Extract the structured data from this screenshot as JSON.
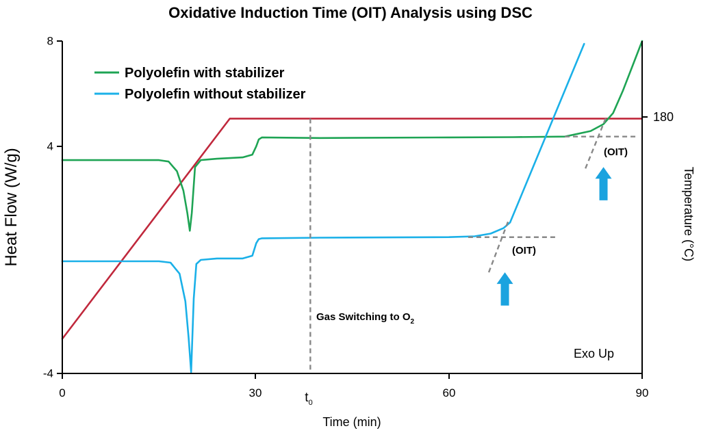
{
  "chart_data": {
    "type": "line",
    "title": "Oxidative Induction Time (OIT) Analysis using DSC",
    "xlabel": "Time (min)",
    "ylabel": "Heat Flow (W/g)",
    "y2label": "Temperature (°C)",
    "xlim": [
      0,
      90
    ],
    "ylim": [
      -4,
      8
    ],
    "xticks": [
      "0",
      "30",
      "60",
      "90"
    ],
    "yticks": [
      "-4",
      "4",
      "8"
    ],
    "y2ticks": [
      "180"
    ],
    "t0_label": "t",
    "t0_subscript": "0",
    "legend_position": "top-left",
    "colors": {
      "with_stabilizer": "#1ea454",
      "without_stabilizer": "#1ab0e8",
      "temperature": "#c0283c",
      "guide": "#888888",
      "arrow": "#1ba3df"
    },
    "series": [
      {
        "name": "Polyolefin with stabilizer",
        "x": [
          0,
          15,
          16.5,
          17.8,
          18.8,
          19.4,
          19.8,
          20.1,
          20.6,
          21.5,
          24,
          28,
          29.5,
          30.1,
          30.5,
          31,
          40,
          60,
          70,
          78,
          82,
          84,
          85.5,
          87,
          88.5,
          90
        ],
        "y": [
          3.7,
          3.7,
          3.65,
          3.3,
          2.6,
          1.8,
          1.15,
          1.8,
          3.45,
          3.7,
          3.75,
          3.8,
          3.9,
          4.2,
          4.45,
          4.52,
          4.5,
          4.52,
          4.53,
          4.55,
          4.75,
          5.0,
          5.4,
          6.2,
          7.1,
          8.0
        ]
      },
      {
        "name": "Polyolefin without stabilizer",
        "x": [
          0,
          15,
          16.8,
          18.2,
          19.1,
          19.6,
          20.0,
          20.4,
          20.8,
          21.5,
          24,
          28,
          29.5,
          30.1,
          30.5,
          31,
          40,
          60,
          64,
          66.5,
          68.5,
          69.5,
          81
        ],
        "y": [
          0.05,
          0.05,
          0.0,
          -0.4,
          -1.4,
          -2.7,
          -3.95,
          -1.3,
          -0.05,
          0.1,
          0.15,
          0.15,
          0.25,
          0.7,
          0.85,
          0.88,
          0.9,
          0.92,
          0.95,
          1.05,
          1.25,
          1.45,
          7.9
        ]
      },
      {
        "name": "",
        "axis": "temperature",
        "x": [
          0,
          26,
          90
        ],
        "y": [
          -2.75,
          5.2,
          5.2
        ]
      }
    ],
    "t0_time": 38.5,
    "oit_markers": [
      {
        "label": "(OIT)",
        "onset_time": 84.3,
        "baseline_x": [
          78,
          89
        ],
        "baseline_y": [
          4.55,
          4.55
        ],
        "tangent_x": [
          81.2,
          84.5
        ],
        "tangent_y": [
          3.4,
          5.3
        ],
        "arrow_time": 84.0,
        "arrow_y": [
          2.25,
          3.45
        ]
      },
      {
        "label": "(OIT)",
        "onset_time": 68.4,
        "baseline_x": [
          63,
          77
        ],
        "baseline_y": [
          0.92,
          0.92
        ],
        "tangent_x": [
          66.2,
          69.3
        ],
        "tangent_y": [
          -0.35,
          1.55
        ],
        "arrow_time": 68.7,
        "arrow_y": [
          -1.55,
          -0.35
        ]
      }
    ]
  },
  "annotations": {
    "gas_switch_prefix": "Gas Switching to O",
    "gas_switch_subscript": "2",
    "exo": "Exo Up"
  }
}
